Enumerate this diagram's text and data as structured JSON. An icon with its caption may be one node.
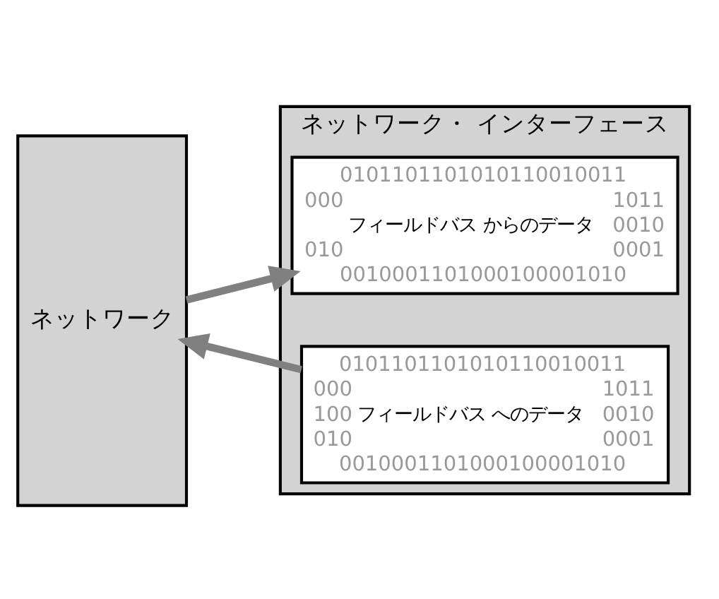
{
  "diagram": {
    "nodes": [
      {
        "text": [
          "ネットワーク"
        ]
      },
      {
        "text": [
          "ネットワーク・ インターフェース"
        ]
      },
      {
        "text": [
          "0101101101010110010011",
          "000",
          "1011",
          "フィールドバス からのデータ",
          "0010",
          "010",
          "0001",
          "0010001101000100001010"
        ],
        "in": 1
      },
      {
        "text": [
          "0101101101010110010011",
          "000",
          "1011",
          "100",
          "フィールドバス へのデータ",
          "0010",
          "010",
          "0001",
          "0010001101000100001010"
        ],
        "in": 1
      }
    ],
    "edges": [
      {
        "from": 0,
        "to": 2,
        "arrow": "to"
      },
      {
        "from": 3,
        "to": 0,
        "arrow": "to"
      }
    ]
  }
}
